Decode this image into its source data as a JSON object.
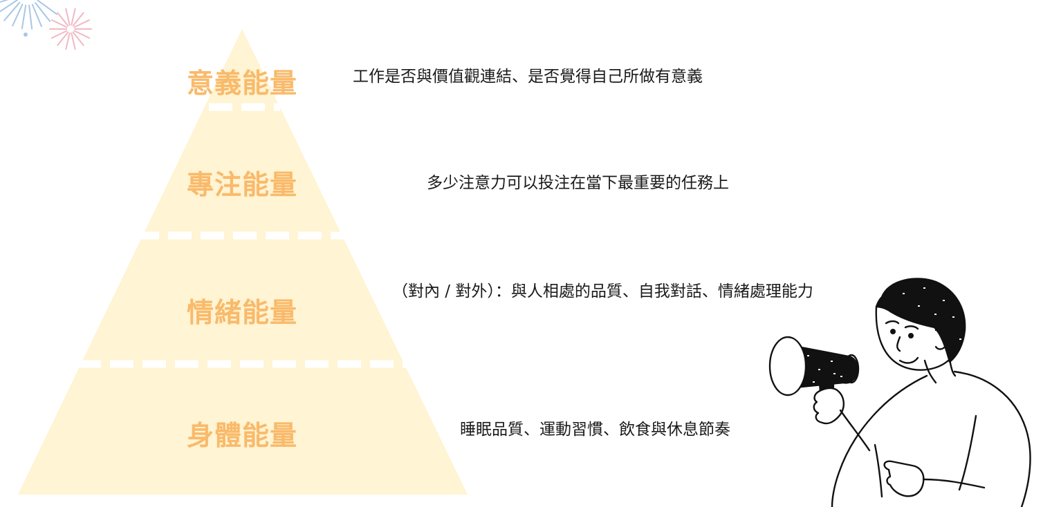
{
  "colors": {
    "pyramid_fill": "#fff4d3",
    "label_text": "#f9ba6b",
    "divider": "#ffffff",
    "ink": "#111111",
    "firework_blue": "#a9c6e4",
    "firework_pink": "#f0b8c4"
  },
  "levels": [
    {
      "label": "意義能量",
      "description": "工作是否與價值觀連結、是否覺得自己所做有意義"
    },
    {
      "label": "專注能量",
      "description": "多少注意力可以投注在當下最重要的任務上"
    },
    {
      "label": "情緒能量",
      "description": "（對內 / 對外）：與人相處的品質、自我對話、情緒處理能力"
    },
    {
      "label": "身體能量",
      "description": "睡眠品質、運動習慣、飲食與休息節奏"
    }
  ],
  "illustration": {
    "subject": "person-with-megaphone-illustration",
    "decoration": "firework-icon"
  }
}
